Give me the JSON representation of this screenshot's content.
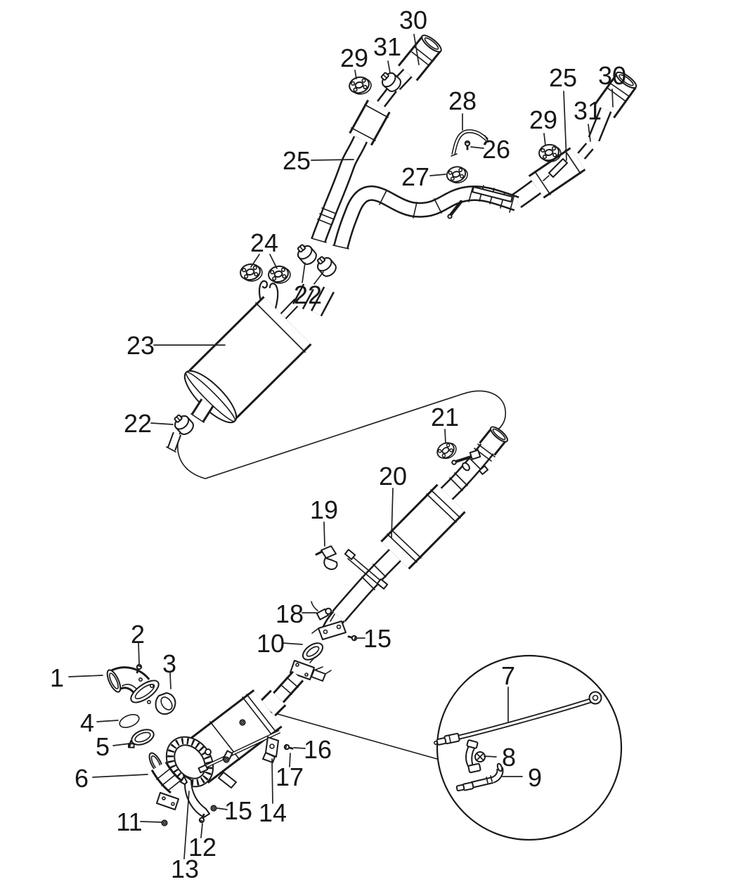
{
  "diagram": {
    "kind": "exploded-parts-diagram",
    "subject": "exhaust-system",
    "background_color": "#ffffff",
    "line_color": "#1a1a1a",
    "labels": {
      "n1": "1",
      "n2": "2",
      "n3": "3",
      "n4": "4",
      "n5": "5",
      "n6": "6",
      "n7": "7",
      "n8": "8",
      "n9": "9",
      "n10": "10",
      "n11": "11",
      "n12": "12",
      "n13": "13",
      "n14": "14",
      "n15": "15",
      "n16": "16",
      "n17": "17",
      "n18": "18",
      "n19": "19",
      "n20": "20",
      "n21": "21",
      "n22": "22",
      "n23": "23",
      "n24": "24",
      "n25": "25",
      "n26": "26",
      "n27": "27",
      "n28": "28",
      "n29": "29",
      "n30": "30",
      "n31": "31"
    }
  }
}
